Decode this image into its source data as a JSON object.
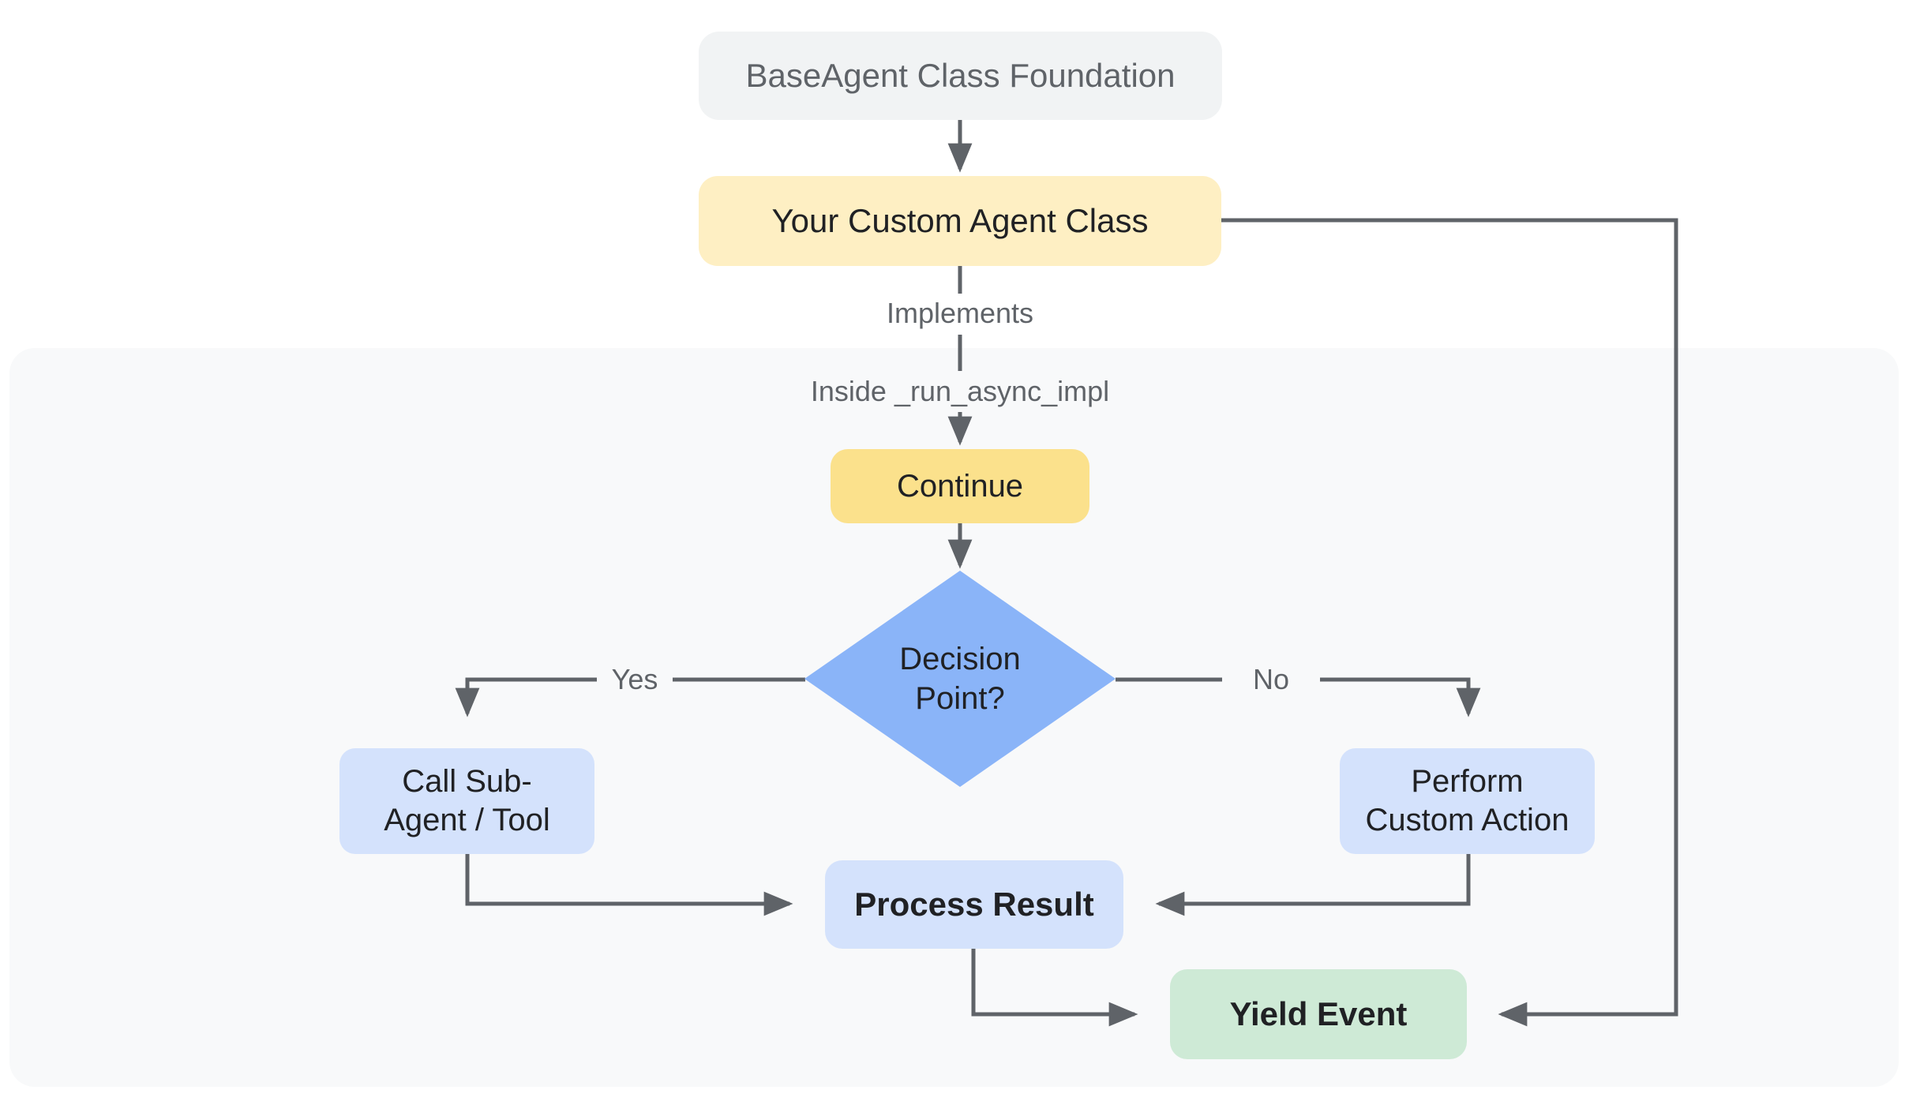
{
  "diagram": {
    "nodes": {
      "foundation": {
        "label": "BaseAgent Class Foundation"
      },
      "custom_agent": {
        "label": "Your Custom Agent Class"
      },
      "continue_step": {
        "label": "Continue"
      },
      "decision": {
        "label": "Decision\nPoint?"
      },
      "call_sub_agent": {
        "label": "Call Sub-\nAgent / Tool"
      },
      "perform_custom_action": {
        "label": "Perform\nCustom Action"
      },
      "process_result": {
        "label": "Process Result"
      },
      "yield_event": {
        "label": "Yield Event"
      }
    },
    "edge_labels": {
      "implements": "Implements",
      "inside_impl": "Inside _run_async_impl",
      "yes": "Yes",
      "no": "No"
    },
    "colors": {
      "foundation_fill": "#f1f3f4",
      "foundation_text": "#5f6368",
      "custom_agent_fill": "#feefc3",
      "continue_fill": "#fbe18c",
      "decision_fill": "#8ab4f8",
      "action_box_fill": "#d4e2fc",
      "yield_fill": "#ceead6",
      "panel_fill": "#f8f9fa",
      "connector": "#5f6368",
      "node_text": "#202124",
      "edge_label_text": "#5f6368",
      "page_background": "#ffffff"
    }
  }
}
